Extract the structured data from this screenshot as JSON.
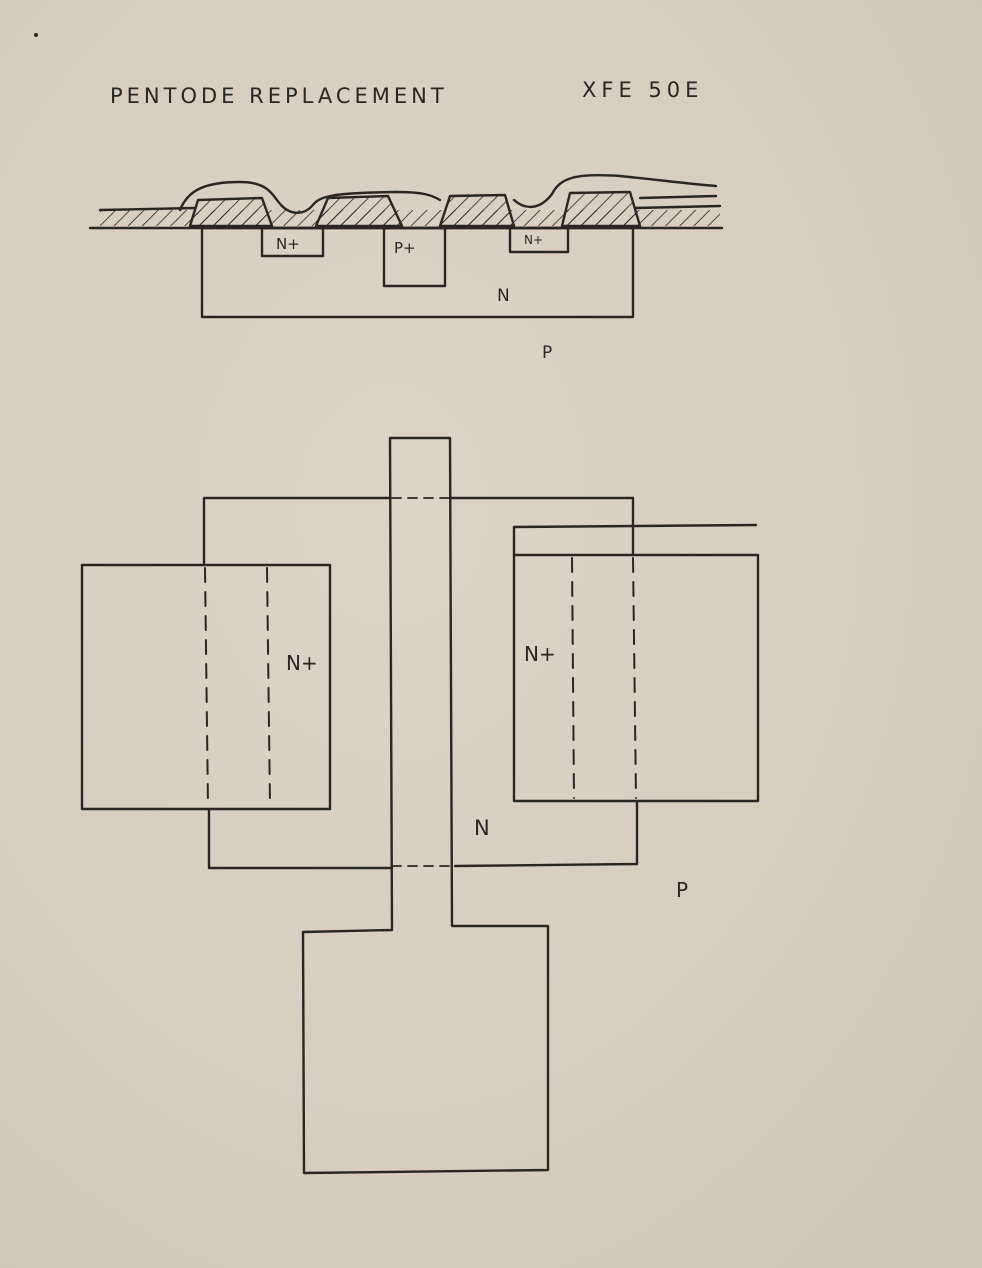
{
  "title": {
    "left": "PENTODE  REPLACEMENT",
    "right": "XFE  50E"
  },
  "cross_section": {
    "regions": {
      "n_plus_left": "N+",
      "p_plus": "P+",
      "n_plus_right": "N+",
      "n_well": "N",
      "substrate": "P"
    }
  },
  "top_view": {
    "regions": {
      "n_plus_left": "N+",
      "n_plus_right": "N+",
      "n_well": "N",
      "substrate": "P"
    }
  },
  "colors": {
    "paper": "#d9d1c4",
    "ink": "#2a2622"
  }
}
